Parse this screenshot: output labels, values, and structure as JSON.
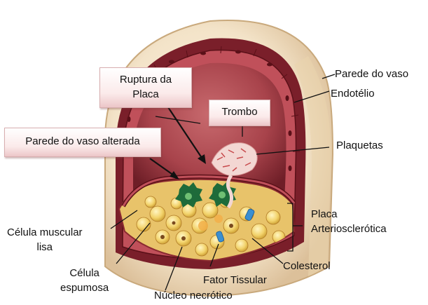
{
  "labels": {
    "ruptura_line1": "Ruptura da",
    "ruptura_line2": "Placa",
    "trombo": "Trombo",
    "parede_alterada": "Parede do vaso alterada",
    "parede_vaso": "Parede do vaso",
    "endotelio": "Endotélio",
    "plaquetas": "Plaquetas",
    "placa_line1": "Placa",
    "placa_line2": "Arteriosclerótica",
    "celula_muscular_line1": "Célula muscular",
    "celula_muscular_line2": "lisa",
    "celula_espumosa_line1": "Célula",
    "celula_espumosa_line2": "espumosa",
    "colesterol": "Colesterol",
    "fator_tissular": "Fator Tissular",
    "nucleo_necrotico": "Núcleo necrótico"
  },
  "colors": {
    "outer_wall": "#f3e3c8",
    "muscle_layer": "#7a1f2a",
    "lumen": "#a8434b",
    "endothelium": "#c0505a",
    "plaque_cells": "#f2d26a",
    "foam_cells": "#1e6b3a",
    "factor": "#3b8fd1"
  }
}
